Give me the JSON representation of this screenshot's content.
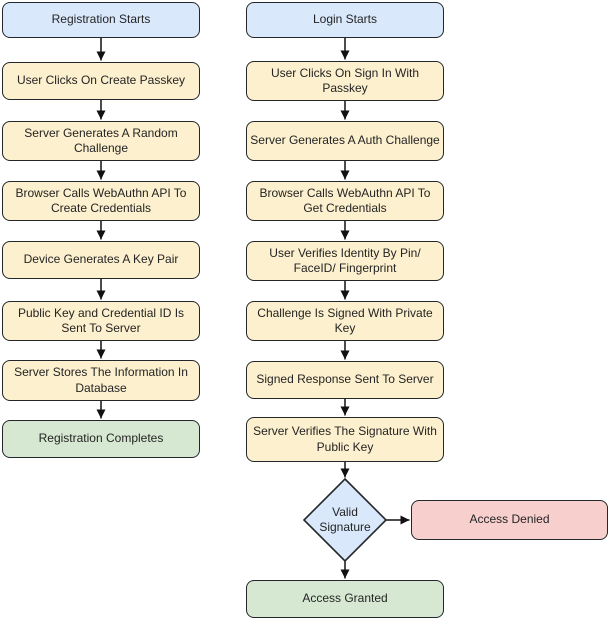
{
  "diagram": {
    "type": "flowchart",
    "topic": "Passkey / WebAuthn registration and login flows",
    "colors": {
      "start_fill": "#d9e8fb",
      "process_fill": "#fcf0ce",
      "success_fill": "#d6e8d2",
      "fail_fill": "#f7cfcd",
      "decision_fill": "#d9e8fb",
      "border": "#23272a",
      "arrow": "#111111",
      "text": "#242424",
      "background": "#ffffff"
    },
    "registration_flow": {
      "nodes": [
        {
          "label": "Registration Starts",
          "kind": "start"
        },
        {
          "label": "User Clicks On Create Passkey",
          "kind": "process"
        },
        {
          "label": "Server Generates A Random Challenge",
          "kind": "process"
        },
        {
          "label": "Browser Calls WebAuthn API To Create Credentials",
          "kind": "process"
        },
        {
          "label": "Device Generates A Key Pair",
          "kind": "process"
        },
        {
          "label": "Public Key and Credential ID Is Sent To Server",
          "kind": "process"
        },
        {
          "label": "Server Stores The Information In Database",
          "kind": "process"
        },
        {
          "label": "Registration Completes",
          "kind": "end-success"
        }
      ]
    },
    "login_flow": {
      "nodes": [
        {
          "label": "Login Starts",
          "kind": "start"
        },
        {
          "label": "User Clicks On Sign In With Passkey",
          "kind": "process"
        },
        {
          "label": "Server Generates A Auth Challenge",
          "kind": "process"
        },
        {
          "label": "Browser Calls WebAuthn API To Get Credentials",
          "kind": "process"
        },
        {
          "label": "User Verifies Identity By Pin/ FaceID/ Fingerprint",
          "kind": "process"
        },
        {
          "label": "Challenge Is Signed With Private Key",
          "kind": "process"
        },
        {
          "label": "Signed Response Sent To Server",
          "kind": "process"
        },
        {
          "label": "Server Verifies The Signature With Public Key",
          "kind": "process"
        }
      ],
      "decision": {
        "label": "Valid Signature",
        "kind": "decision",
        "branch_right": "Access Denied",
        "branch_down": "Access Granted"
      },
      "outcomes": [
        {
          "label": "Access Denied",
          "kind": "end-fail"
        },
        {
          "label": "Access Granted",
          "kind": "end-success"
        }
      ]
    }
  }
}
